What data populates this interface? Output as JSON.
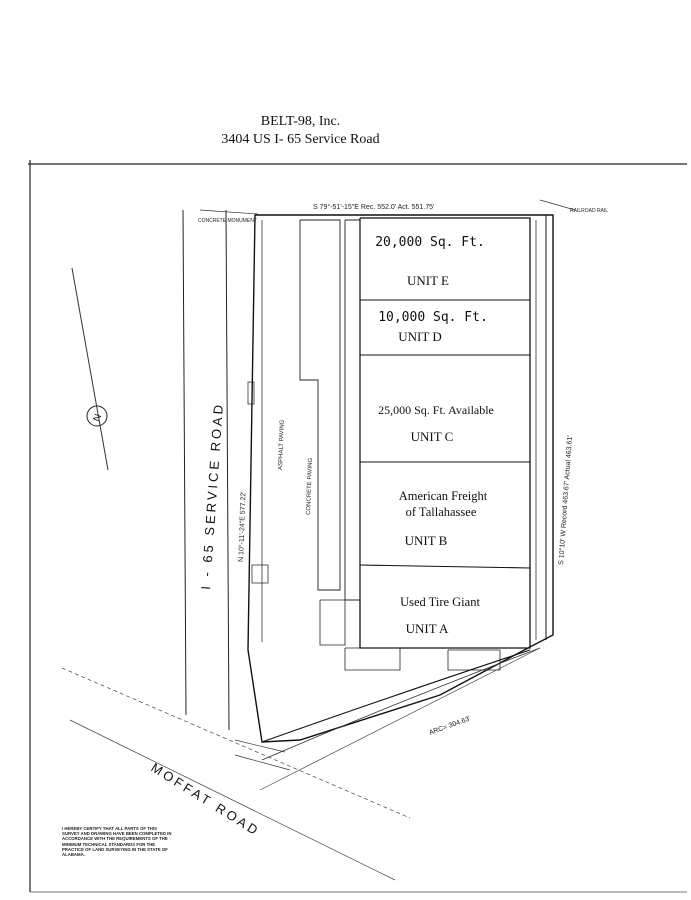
{
  "header": {
    "title": "BELT-98, Inc.",
    "address": "3404 US  I- 65 Service  Road"
  },
  "units": [
    {
      "id": "E",
      "area": "20,000 Sq. Ft.",
      "label": "UNIT E"
    },
    {
      "id": "D",
      "area": "10,000 Sq. Ft.",
      "label": "UNIT D"
    },
    {
      "id": "C",
      "area": "25,000 Sq. Ft. Available",
      "label": "UNIT C"
    },
    {
      "id": "B",
      "tenant_line1": "American Freight",
      "tenant_line2": "of Tallahassee",
      "label": "UNIT B"
    },
    {
      "id": "A",
      "tenant_line1": "Used Tire Giant",
      "label": "UNIT A"
    }
  ],
  "roads": {
    "service_road": "I - 65      SERVICE   ROAD",
    "moffat_road": "MOFFAT     ROAD"
  },
  "survey": {
    "north_bearing": "N 10°-11'-24\"E  577.22'",
    "top_bearing": "S 79°-51'-15\"E   Rec. 552.0'  Act. 551.75'",
    "east_bearing": "S 10°10' W   Record 463.67'  Actual 463.61'",
    "arc": "ARC= 304.63'",
    "asphalt_paving": "ASPHALT PAVING",
    "concrete_paving": "CONCRETE PAVING",
    "concrete_monument": "CONCRETE MONUMENT",
    "railroad_rail": "RAILROAD RAIL",
    "north_symbol": "N"
  },
  "certification": "I hereby certify that all parts of this survey and drawing have been completed in accordance with the requirements of the minimum technical standards for the practice of land surveying in the state of Alabama."
}
